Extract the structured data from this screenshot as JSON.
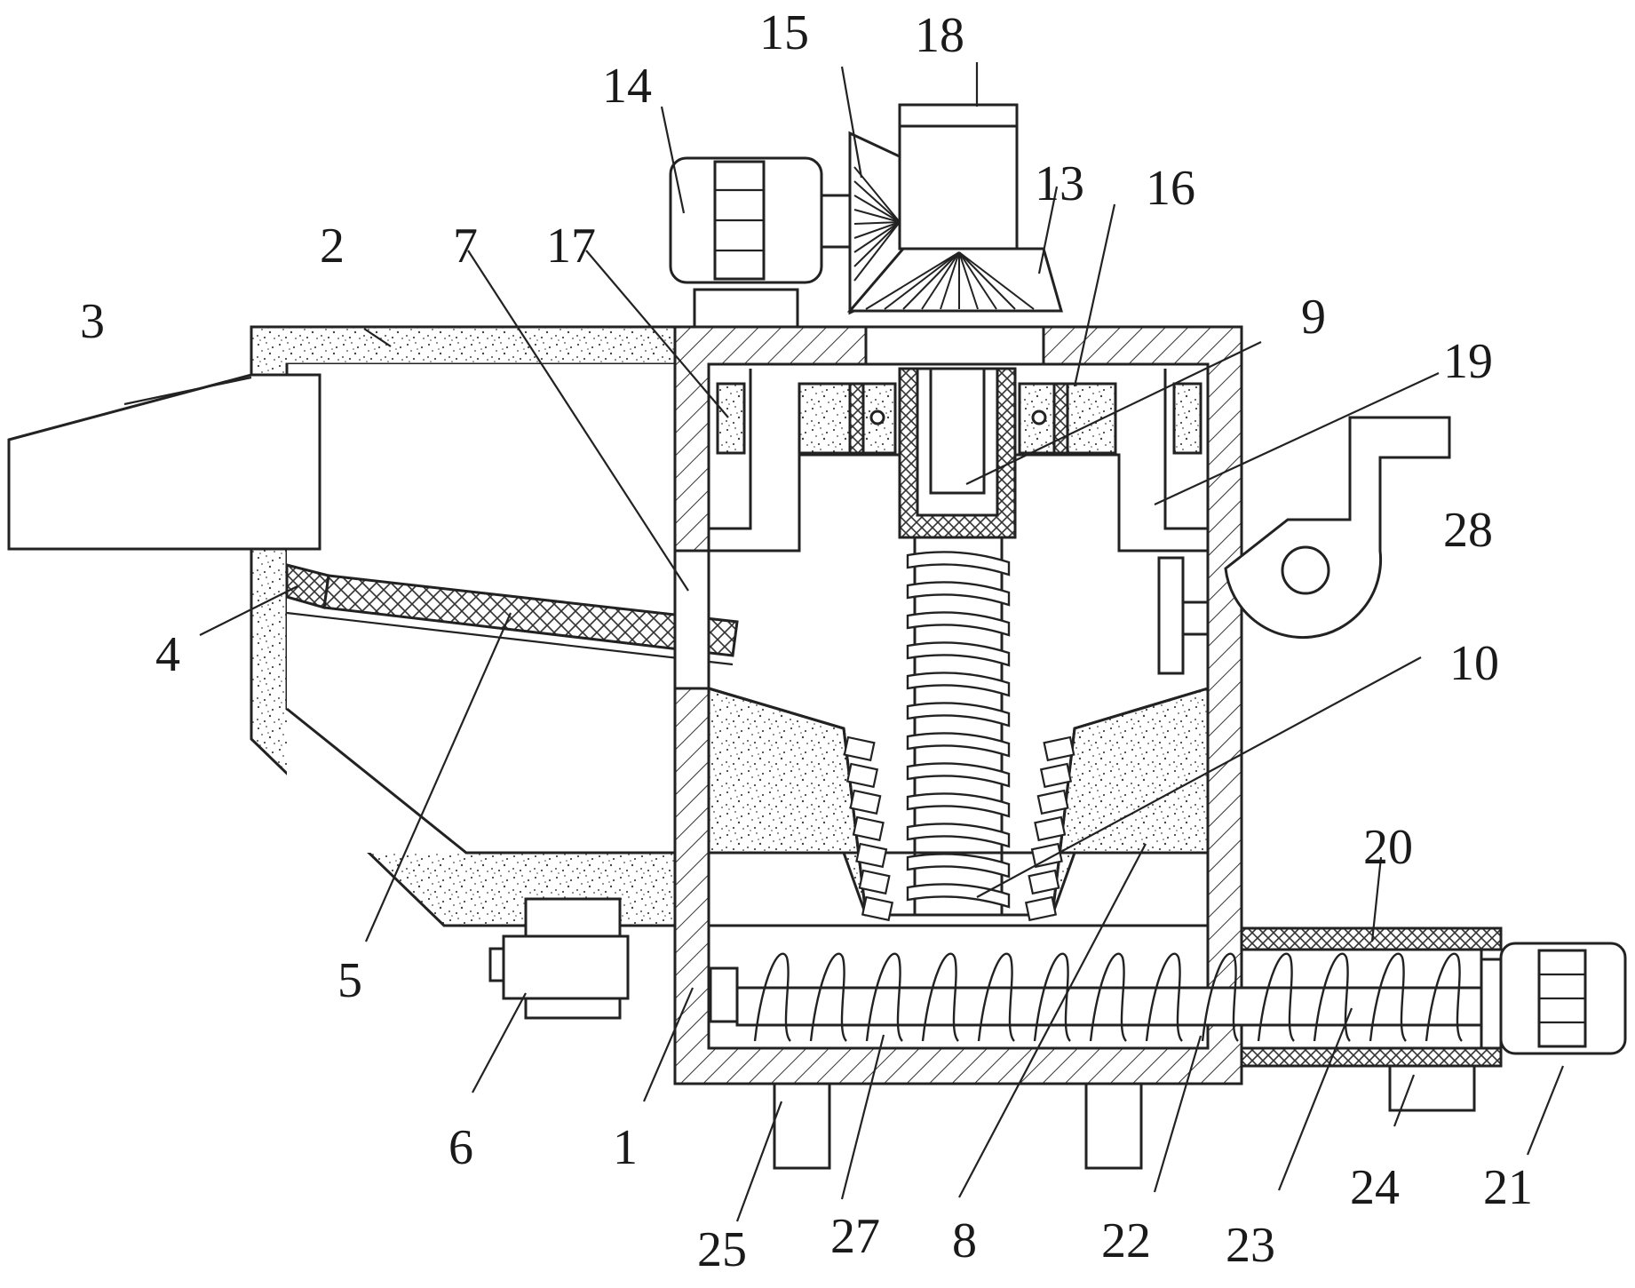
{
  "labels": {
    "l1": "1",
    "l2": "2",
    "l3": "3",
    "l4": "4",
    "l5": "5",
    "l6": "6",
    "l7": "7",
    "l8": "8",
    "l9": "9",
    "l10": "10",
    "l13": "13",
    "l14": "14",
    "l15": "15",
    "l16": "16",
    "l17": "17",
    "l18": "18",
    "l19": "19",
    "l20": "20",
    "l21": "21",
    "l22": "22",
    "l23": "23",
    "l24": "24",
    "l25": "25",
    "l27": "27",
    "l28": "28"
  },
  "colors": {
    "line": "#222222",
    "background": "#ffffff"
  }
}
